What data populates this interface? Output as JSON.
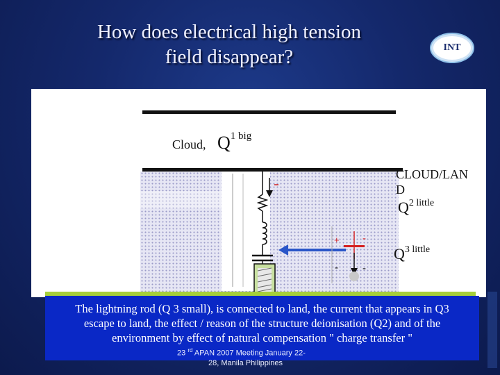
{
  "slide": {
    "title_line1": "How does electrical high tension",
    "title_line2": "field disappear?",
    "logo_text": "INT"
  },
  "diagram": {
    "cloud_label": "Cloud,",
    "q1_main": "Q",
    "q1_sup": "1 big",
    "cloud_land_label": "CLOUD/LAN",
    "cloud_land_label_2": "D",
    "q2_main": "Q",
    "q2_sup": "2 little",
    "q3_main": "Q",
    "q3_sup": "3 little",
    "charge_plus": "+",
    "charge_minus": "-"
  },
  "caption": {
    "line1": "The lightning rod (Q 3 small), is connected to land, the current that appears in Q3",
    "line2": "escape to land, the effect / reason of the structure deionisation (Q2) and of the",
    "line3": "environment by effect of natural compensation \" charge transfer \""
  },
  "footer": {
    "page_number": "23",
    "ordinal_suffix": "rd",
    "meeting_text": "APAN 2007 Meeting January 22-",
    "meeting_text_2": "28, Manila Philippines"
  },
  "colors": {
    "background": "#14286b",
    "caption_box": "#0a28c6",
    "ground": "#a6cf3a",
    "arrow": "#2a56c8",
    "charge_red": "#d42020"
  }
}
